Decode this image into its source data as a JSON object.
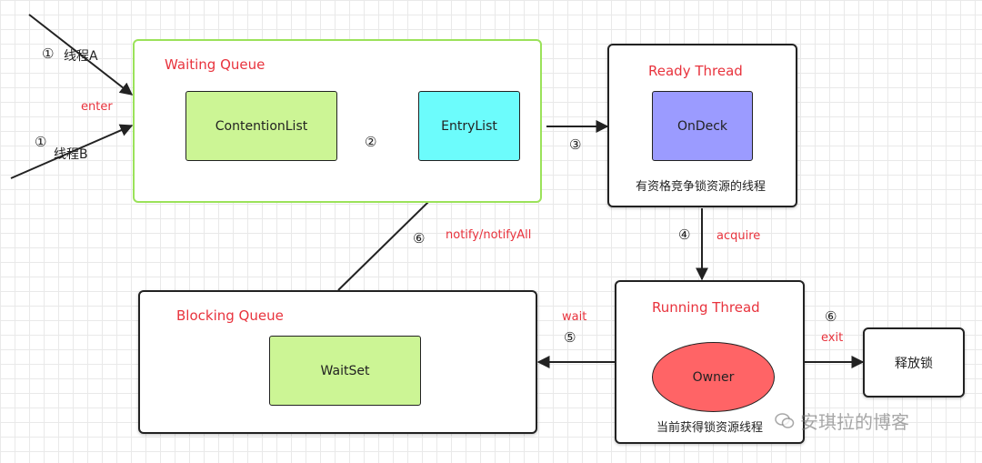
{
  "waiting_queue": {
    "title": "Waiting Queue",
    "contention_list": "ContentionList",
    "entry_list": "EntryList"
  },
  "ready_thread": {
    "title": "Ready Thread",
    "on_deck": "OnDeck",
    "caption": "有资格竞争锁资源的线程"
  },
  "blocking_queue": {
    "title": "Blocking Queue",
    "wait_set": "WaitSet"
  },
  "running_thread": {
    "title": "Running Thread",
    "owner": "Owner",
    "caption": "当前获得锁资源线程"
  },
  "release": {
    "label": "释放锁"
  },
  "edges": {
    "thread_a_num": "①",
    "thread_a": "线程A",
    "thread_b_num": "①",
    "thread_b": "线程B",
    "enter": "enter",
    "step2": "②",
    "step3": "③",
    "step4": "④",
    "acquire": "acquire",
    "step5": "⑤",
    "wait": "wait",
    "step6_notify": "⑥",
    "notify": "notify/notifyAll",
    "step6_exit": "⑥",
    "exit": "exit"
  },
  "watermark": "安琪拉的博客",
  "colors": {
    "contention_list": "#ccf595",
    "entry_list": "#6cfcfc",
    "on_deck": "#9b9bff",
    "owner": "#ff6466",
    "wait_set": "#ccf595",
    "label_red": "#e8333d",
    "waiting_border": "#9be25a"
  }
}
